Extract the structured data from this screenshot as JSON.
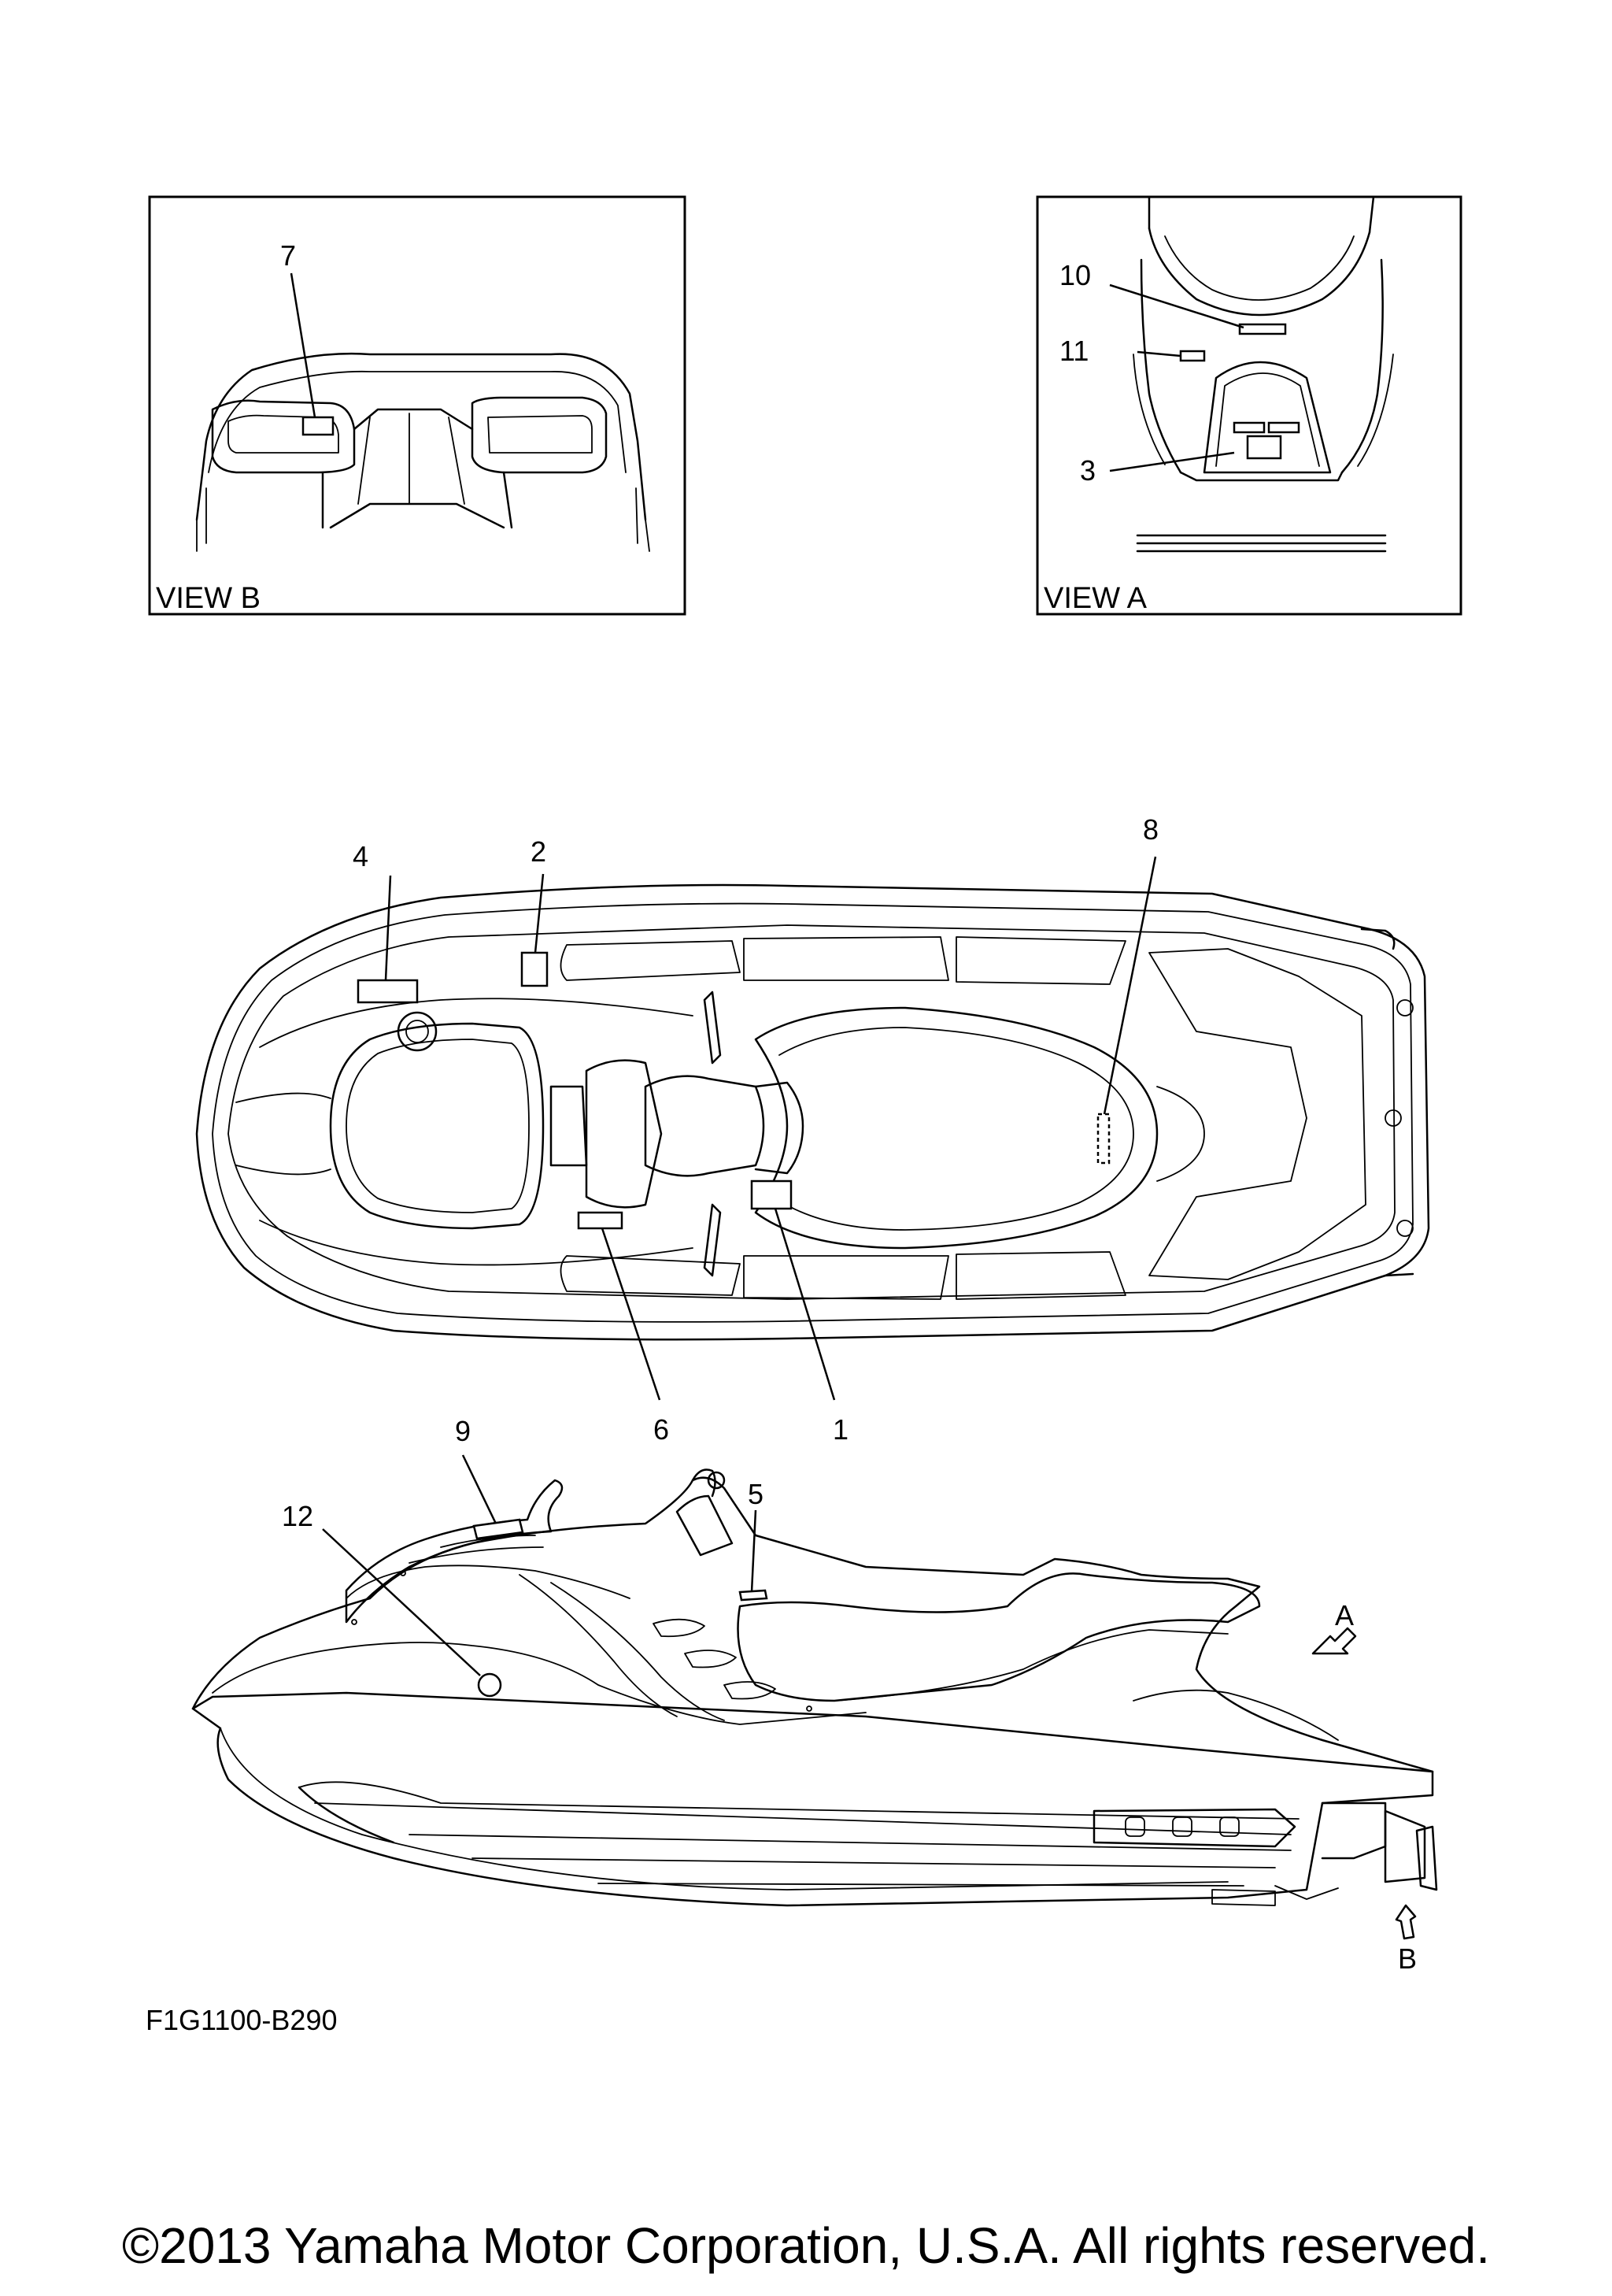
{
  "views": {
    "view_b_caption": "VIEW B",
    "view_a_caption": "VIEW A"
  },
  "callouts": {
    "c1": "1",
    "c2": "2",
    "c3": "3",
    "c4": "4",
    "c5": "5",
    "c6": "6",
    "c7": "7",
    "c8": "8",
    "c9": "9",
    "c10": "10",
    "c11": "11",
    "c12": "12"
  },
  "view_markers": {
    "arrow_a": "A",
    "arrow_b": "B"
  },
  "drawing_code": "F1G1100-B290",
  "copyright": "©2013 Yamaha Motor Corporation, U.S.A. All rights reserved."
}
